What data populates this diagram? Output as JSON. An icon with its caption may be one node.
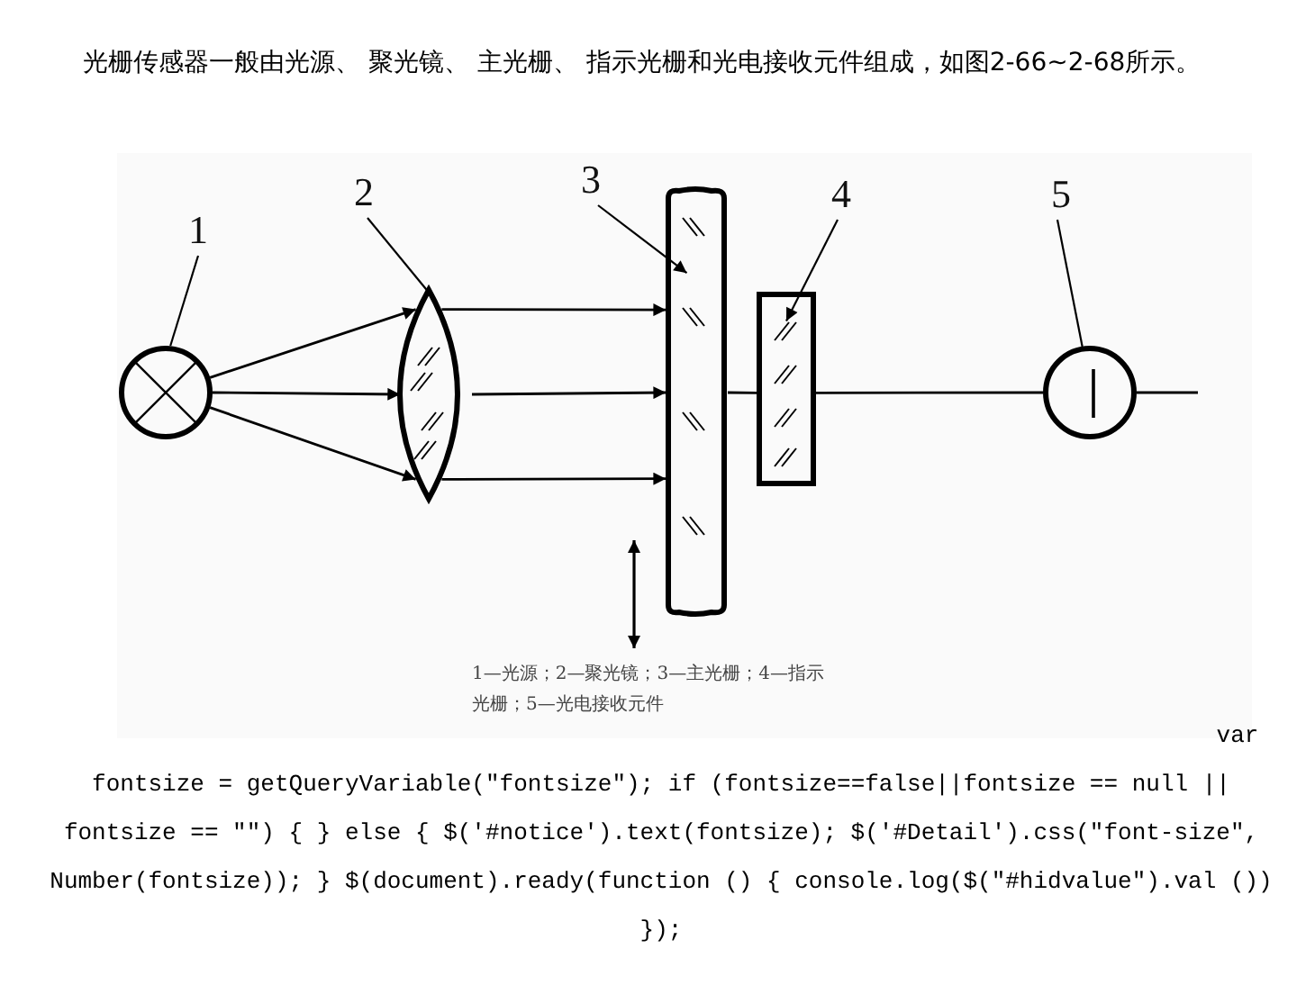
{
  "diagram": {
    "caption": "1—光源；2—聚光镜；3—主光栅；4—指示光栅；5—光电接收元件",
    "nodes": [
      {
        "text": [
          "1"
        ]
      },
      {
        "text": [
          "2"
        ]
      },
      {
        "text": [
          "3"
        ]
      },
      {
        "text": [
          "4"
        ]
      },
      {
        "text": [
          "5"
        ]
      },
      {
        "text": [],
        "shape": "circle"
      },
      {
        "text": [],
        "shape": "lens"
      },
      {
        "text": [],
        "shape": "bar"
      },
      {
        "text": [],
        "shape": "box"
      },
      {
        "text": [],
        "shape": "circle"
      }
    ],
    "edges": [
      {
        "from": 0,
        "to": 5,
        "arrow": "none"
      },
      {
        "from": 1,
        "to": 6,
        "arrow": "none"
      },
      {
        "from": 2,
        "to": 7,
        "arrow": "to"
      },
      {
        "from": 3,
        "to": 8,
        "arrow": "to"
      },
      {
        "from": 4,
        "to": 9,
        "arrow": "none"
      },
      {
        "from": 5,
        "to": 6,
        "arrow": "to"
      },
      {
        "from": 5,
        "to": 6,
        "arrow": "to"
      },
      {
        "from": 5,
        "to": 6,
        "arrow": "to"
      },
      {
        "from": 6,
        "to": 7,
        "arrow": "to"
      },
      {
        "from": 6,
        "to": 7,
        "arrow": "to"
      },
      {
        "from": 6,
        "to": 7,
        "arrow": "to"
      },
      {
        "from": 7,
        "to": 8,
        "arrow": "none"
      },
      {
        "from": 8,
        "to": 9,
        "arrow": "none"
      },
      {
        "from": 9,
        "to": null,
        "arrow": "none"
      }
    ],
    "labels": [
      "光栅传感器一般由光源、 聚光镜、 主光栅、 指示光栅和光电接收元件组成，如图2-66~2-68所示。",
      "var fontsize = getQueryVariable(\"fontsize\"); if (fontsize==false||fontsize == null || fontsize == \"\") { } else { $('#notice').text(fontsize); $('#Detail').css(\"font-size\", Number(fontsize)); } $(document).ready(function () { console.log($(\"#hidvalue\").val ()) });"
    ]
  }
}
